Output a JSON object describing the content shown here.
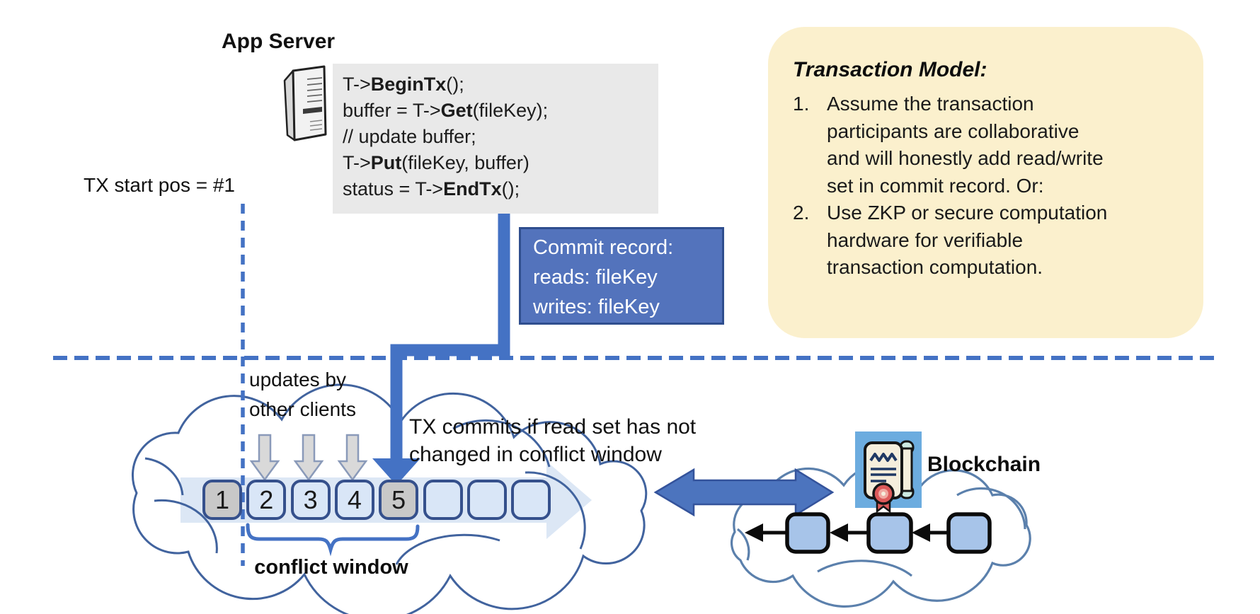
{
  "colors": {
    "accent_blue": "#4472C4",
    "commit_fill": "#5373BC",
    "commit_border": "#2F4E8E",
    "code_bg": "#E9E9E9",
    "note_bg": "#FBF0CD",
    "box_border": "#35508C",
    "box_gray": "#C8C8C8",
    "box_light": "#D9E6F7",
    "band": "#DCE7F5",
    "cloud_stroke": "#41639E",
    "cloud_stroke_right": "#5B80AC",
    "chain_fill": "#A7C4E9",
    "icon_blue": "#6CACDF",
    "seal_red": "#DD5A5A",
    "gray_arrow": "#D9D9D9"
  },
  "header": {
    "app_server_label": "App Server"
  },
  "code_block": {
    "lines": [
      [
        {
          "t": "T->"
        },
        {
          "t": "BeginTx",
          "b": true
        },
        {
          "t": "();"
        }
      ],
      [
        {
          "t": "buffer = T->"
        },
        {
          "t": "Get",
          "b": true
        },
        {
          "t": "(fileKey);"
        }
      ],
      [
        {
          "t": "// update buffer;"
        }
      ],
      [
        {
          "t": "T->"
        },
        {
          "t": "Put",
          "b": true
        },
        {
          "t": "(fileKey, buffer)"
        }
      ],
      [
        {
          "t": "status = T->"
        },
        {
          "t": "EndTx",
          "b": true
        },
        {
          "t": "();"
        }
      ]
    ]
  },
  "tx_start": {
    "label": "TX start pos = #1"
  },
  "commit_record": {
    "lines": [
      "Commit record:",
      "reads: fileKey",
      "writes: fileKey"
    ]
  },
  "transaction_model": {
    "title": "Transaction Model:",
    "items": [
      {
        "num": "1.",
        "lines": [
          "Assume the transaction",
          "participants are collaborative",
          "and will honestly add read/write",
          "set in commit record.  Or:"
        ]
      },
      {
        "num": "2.",
        "lines": [
          "Use ZKP or secure computation",
          "hardware for verifiable",
          "transaction computation."
        ]
      }
    ]
  },
  "timeline": {
    "updates_label": "updates by\nother clients",
    "commits_label": "TX commits if read set has not\nchanged in conflict window",
    "conflict_label": "conflict window",
    "boxes": [
      {
        "label": "1",
        "filled": true
      },
      {
        "label": "2",
        "filled": false
      },
      {
        "label": "3",
        "filled": false
      },
      {
        "label": "4",
        "filled": false
      },
      {
        "label": "5",
        "filled": true
      },
      {
        "label": "",
        "filled": false
      },
      {
        "label": "",
        "filled": false
      },
      {
        "label": "",
        "filled": false
      }
    ]
  },
  "blockchain": {
    "label": "Blockchain"
  }
}
